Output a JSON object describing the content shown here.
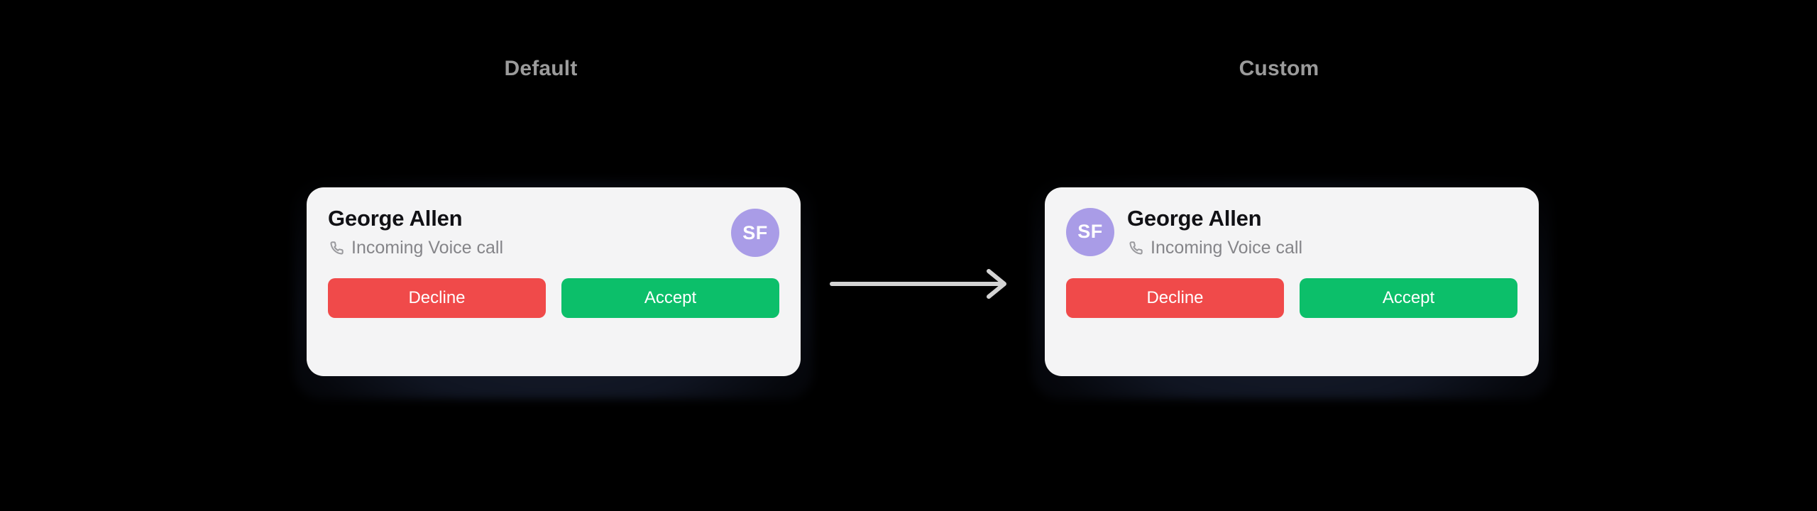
{
  "page": {
    "background_color": "#000000"
  },
  "columns": [
    {
      "id": "default",
      "title": "Default"
    },
    {
      "id": "custom",
      "title": "Custom"
    }
  ],
  "headings": {
    "left": "Default",
    "right": "Custom",
    "color": "#9b9b9b"
  },
  "cards": {
    "default": {
      "caller_name": "George Allen",
      "call_status": "Incoming Voice call",
      "status_icon": "phone-icon",
      "avatar": {
        "initials": "SF",
        "background_color": "#a99ce7",
        "text_color": "#ffffff",
        "position": "right"
      },
      "buttons": {
        "decline": {
          "label": "Decline",
          "color": "#f04a4a"
        },
        "accept": {
          "label": "Accept",
          "color": "#0cbf6a"
        }
      },
      "background_color": "#f4f4f5"
    },
    "custom": {
      "caller_name": "George Allen",
      "call_status": "Incoming Voice call",
      "status_icon": "phone-icon",
      "avatar": {
        "initials": "SF",
        "background_color": "#a99ce7",
        "text_color": "#ffffff",
        "position": "left"
      },
      "buttons": {
        "decline": {
          "label": "Decline",
          "color": "#f04a4a"
        },
        "accept": {
          "label": "Accept",
          "color": "#0cbf6a"
        }
      },
      "background_color": "#f4f4f5"
    }
  },
  "arrow": {
    "direction": "right",
    "color": "#d4d4d4",
    "icon": "arrow-right-icon"
  }
}
